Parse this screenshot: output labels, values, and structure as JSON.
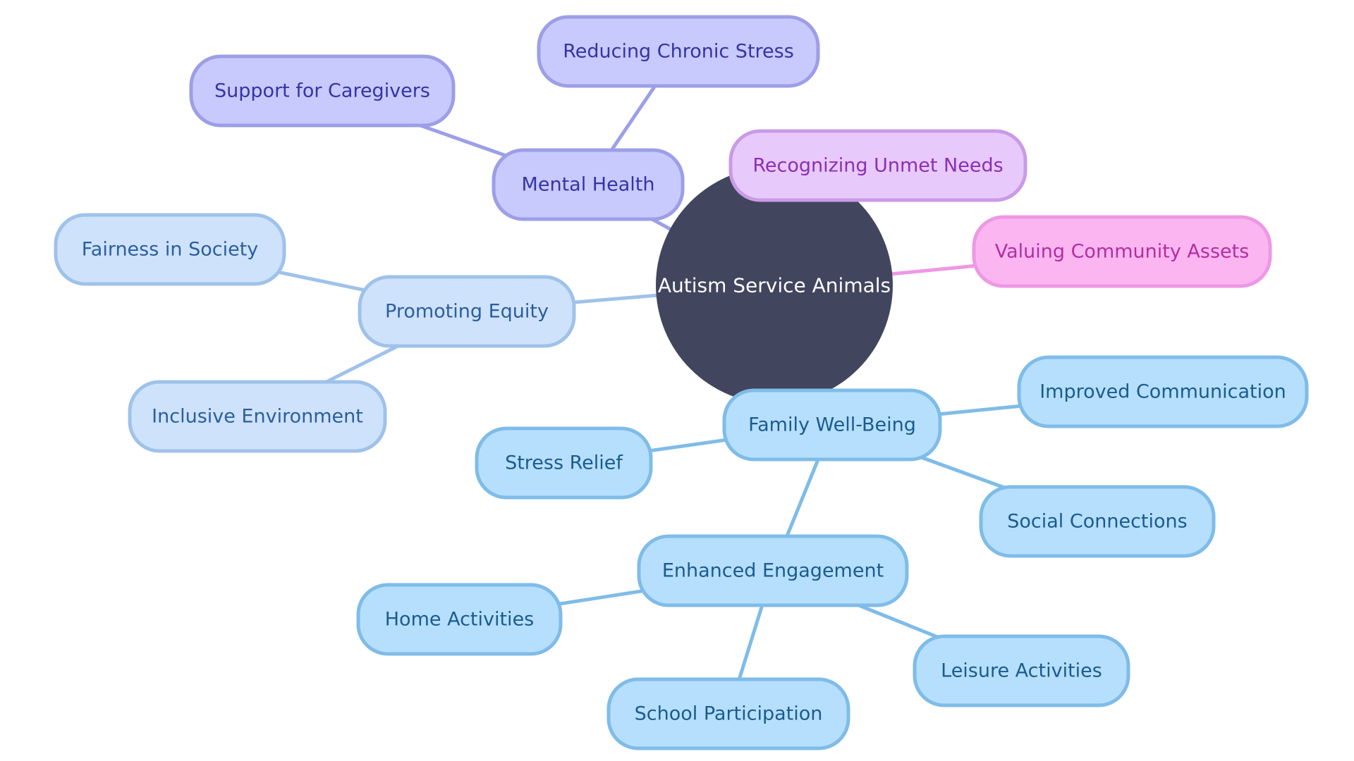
{
  "diagram": {
    "center": {
      "label": "Autism Service Animals",
      "color": "#42455e",
      "text_color": "#ffffff"
    },
    "branches": [
      {
        "id": "mental-health",
        "label": "Mental Health",
        "color": {
          "fill": "#c8c9fd",
          "stroke": "#9c9fe7",
          "text": "#3335a5",
          "edge": "#9c9fe7"
        },
        "children": [
          {
            "id": "reducing-chronic-stress",
            "label": "Reducing Chronic Stress"
          },
          {
            "id": "support-for-caregivers",
            "label": "Support for Caregivers"
          }
        ]
      },
      {
        "id": "recognizing-unmet-needs",
        "label": "Recognizing Unmet Needs",
        "color": {
          "fill": "#e8c9fc",
          "stroke": "#c99be6",
          "text": "#8b2fb5",
          "edge": "#c99be6"
        },
        "children": []
      },
      {
        "id": "valuing-community-assets",
        "label": "Valuing Community Assets",
        "color": {
          "fill": "#fbb6f2",
          "stroke": "#ee98e4",
          "text": "#b42e9f",
          "edge": "#ee98e4"
        },
        "children": []
      },
      {
        "id": "promoting-equity",
        "label": "Promoting Equity",
        "color": {
          "fill": "#cfe2fb",
          "stroke": "#9fc2ea",
          "text": "#2a5f9e",
          "edge": "#9fc2ea"
        },
        "children": [
          {
            "id": "fairness-in-society",
            "label": "Fairness in Society"
          },
          {
            "id": "inclusive-environment",
            "label": "Inclusive Environment"
          }
        ]
      },
      {
        "id": "family-well-being",
        "label": "Family Well-Being",
        "color": {
          "fill": "#b6dffd",
          "stroke": "#7fbce8",
          "text": "#1b5b8e",
          "edge": "#7fbce8"
        },
        "children": [
          {
            "id": "improved-communication",
            "label": "Improved Communication"
          },
          {
            "id": "stress-relief",
            "label": "Stress Relief"
          },
          {
            "id": "social-connections",
            "label": "Social Connections"
          },
          {
            "id": "enhanced-engagement",
            "label": "Enhanced Engagement",
            "children": [
              {
                "id": "home-activities",
                "label": "Home Activities"
              },
              {
                "id": "leisure-activities",
                "label": "Leisure Activities"
              },
              {
                "id": "school-participation",
                "label": "School Participation"
              }
            ]
          }
        ]
      }
    ]
  }
}
